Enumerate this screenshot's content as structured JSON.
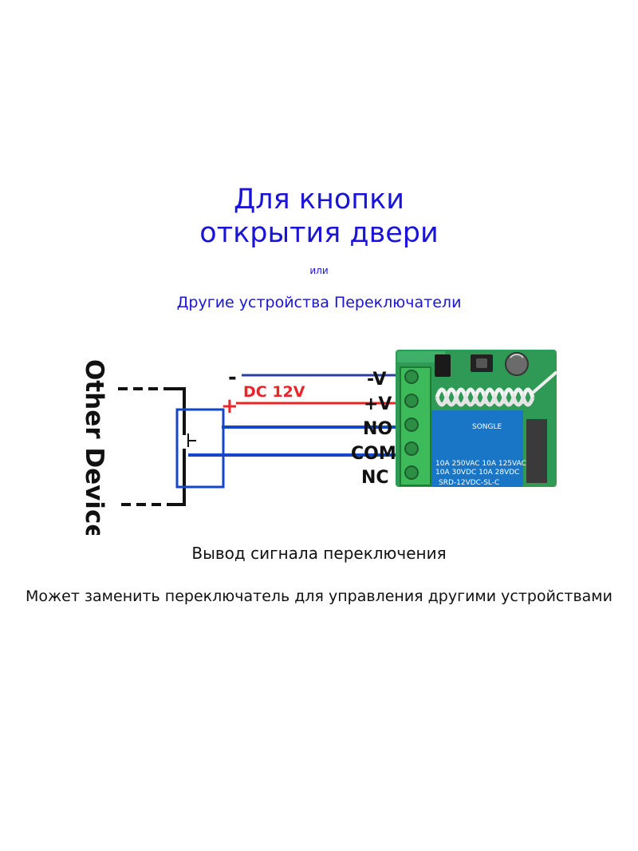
{
  "heading": {
    "line1": "Для кнопки",
    "line2": "открытия двери",
    "or": "или",
    "subtitle": "Другие устройства Переключатели"
  },
  "diagram": {
    "device_label": "Other Device",
    "supply_label": "DC 12V",
    "minus_sign": "-",
    "plus_sign": "+",
    "terminals": [
      "-V",
      "+V",
      "NO",
      "COM",
      "NC"
    ],
    "relay": {
      "brand": "SONGLE",
      "rating1": "10A 250VAC  10A 125VAC",
      "rating2": "10A  30VDC  10A  28VDC",
      "model": "SRD-12VDC-SL-C"
    },
    "colors": {
      "minus_wire": "#2a3fa8",
      "plus_wire": "#e8252b",
      "signal_wire": "#1546c8",
      "board": "#2f9a55",
      "terminal_block": "#3dbb5a",
      "relay_body": "#1976c6"
    }
  },
  "captions": {
    "line1": "Вывод сигнала переключения",
    "line2": "Может заменить переключатель для управления другими устройствами"
  }
}
